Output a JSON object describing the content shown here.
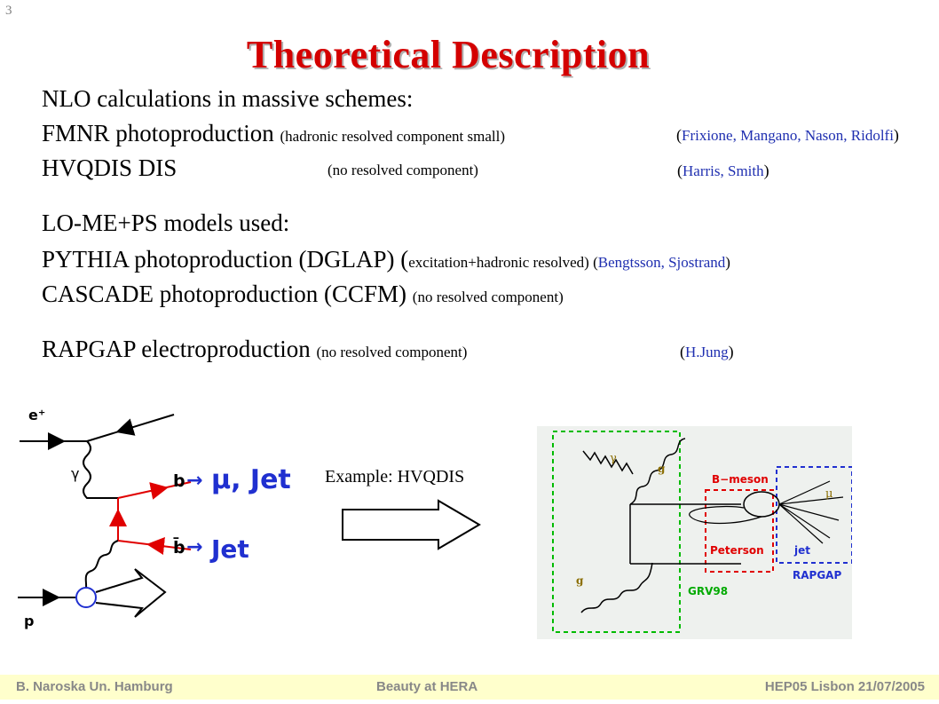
{
  "page_number": "3",
  "title": "Theoretical Description",
  "nlo": {
    "heading": "NLO calculations in massive schemes:",
    "fmnr": {
      "main": "FMNR photoproduction ",
      "note": "(hadronic resolved component small)",
      "ref_open": "(",
      "ref": "Frixione, Mangano, Nason, Ridolfi",
      "ref_close": ")"
    },
    "hvqdis": {
      "main": "HVQDIS DIS",
      "note": "(no resolved component)",
      "ref_open": "(",
      "ref": "Harris, Smith",
      "ref_close": ")"
    }
  },
  "lo": {
    "heading": "LO-ME+PS models used:",
    "pythia": {
      "main": "PYTHIA photoproduction (DGLAP) (",
      "note": "excitation+hadronic resolved)",
      "ref_open": " (",
      "ref": "Bengtsson, Sjostrand",
      "ref_close": ")"
    },
    "cascade": {
      "main": "CASCADE photoproduction (CCFM) ",
      "note": "(no resolved  component)"
    },
    "rapgap": {
      "main": "RAPGAP electroproduction ",
      "note": "(no resolved  component)",
      "ref_open": "(",
      "ref": "H.Jung",
      "ref_close": ")"
    }
  },
  "diagram_left": {
    "labels": {
      "positron": "e⁺",
      "photon": "γ",
      "b": "b",
      "bbar": "b̄",
      "proton": "p",
      "muon_jet": "μ, Jet",
      "jet": "Jet",
      "arrow": "→"
    }
  },
  "example_label": "Example: HVQDIS",
  "diagram_right": {
    "labels": {
      "gamma": "γ",
      "g_top": "g",
      "g_bottom": "g",
      "b_meson": "B−meson",
      "peterson": "Peterson",
      "mu": "μ",
      "jet": "jet",
      "grv98": "GRV98",
      "rapgap": "RAPGAP"
    }
  },
  "footer": {
    "left": "B. Naroska Un. Hamburg",
    "center": "Beauty at HERA",
    "right": "HEP05 Lisbon 21/07/2005"
  },
  "colors": {
    "title": "#d40000",
    "reference": "#1f2fb0",
    "quark": "#e00000",
    "label_blue": "#2030d0",
    "green_box": "#00bb00",
    "footer_bg": "#ffffcc"
  }
}
